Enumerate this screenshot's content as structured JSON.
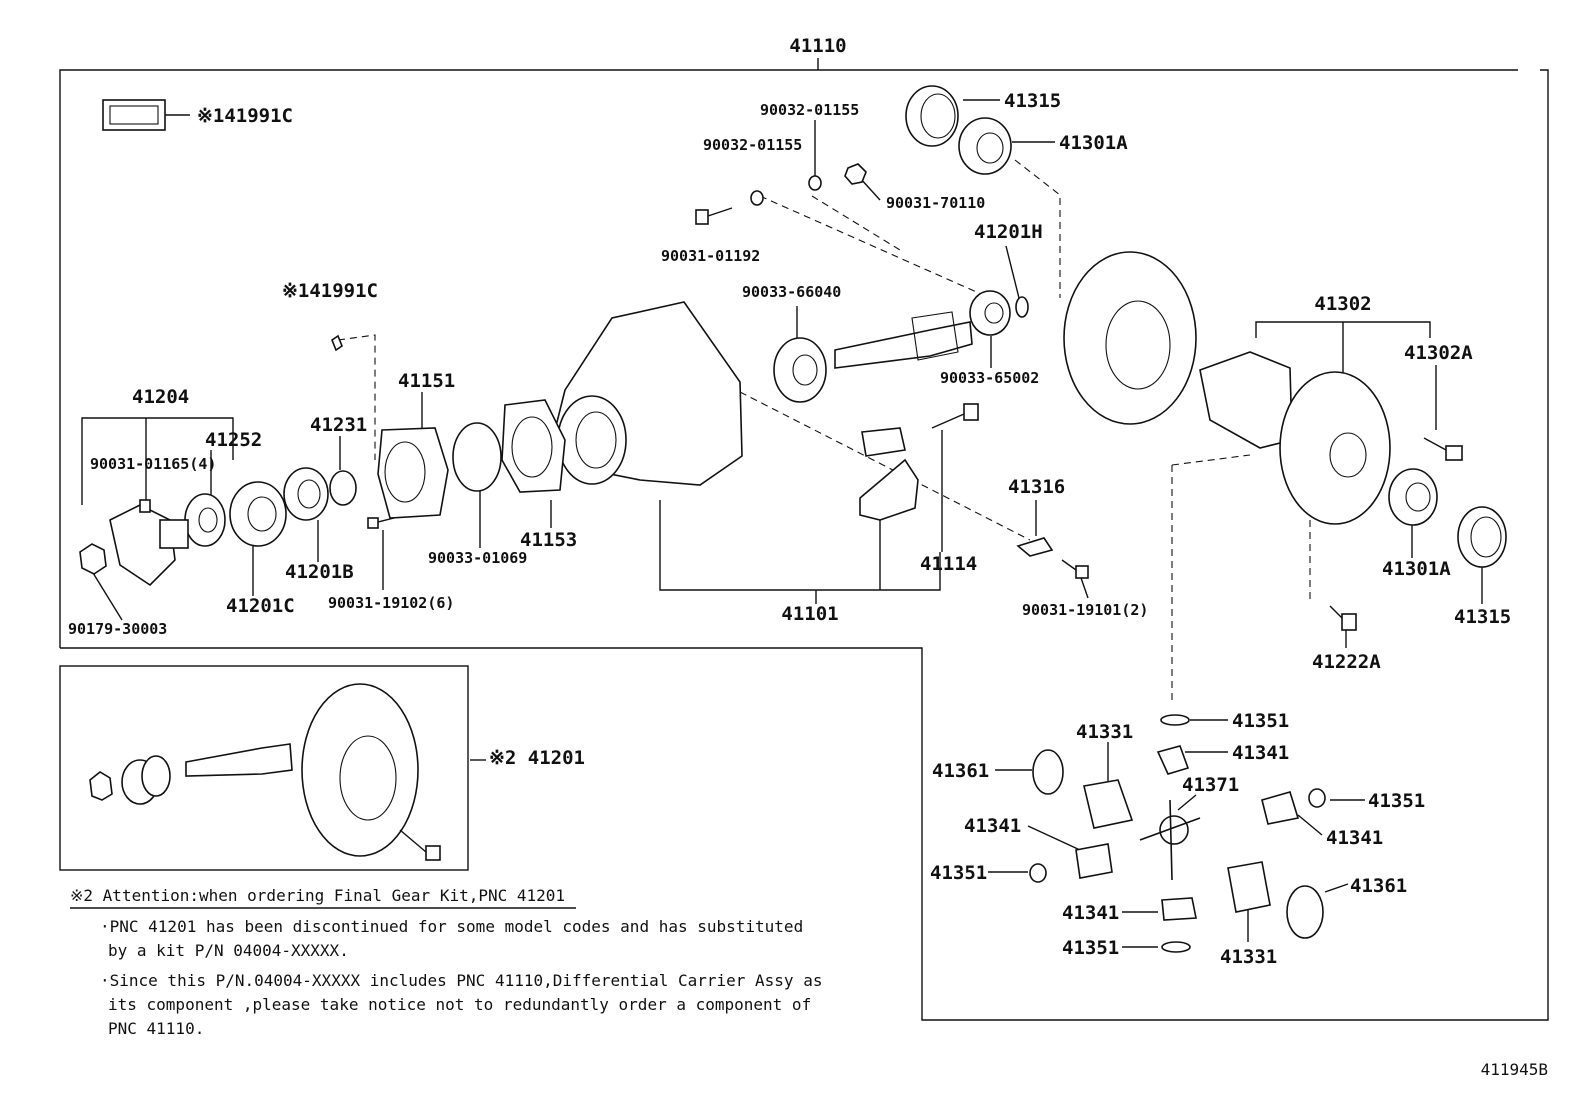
{
  "diagram": {
    "drawing_code": "411945B",
    "callouts": {
      "assy": "41110",
      "seal_kit_top": "※141991C",
      "seal_kit_mid": "※141991C",
      "washer_upper": "90032-01155",
      "washer_lower": "90032-01155",
      "nut_top": "90031-70110",
      "bolt_top": "90031-01192",
      "retainer_ring": "41315",
      "bearing_right_a": "41301A",
      "shim_41201h": "41201H",
      "bearing_66040": "90033-66040",
      "bearing_65002": "90033-65002",
      "case_41302": "41302",
      "bolt_41302a": "41302A",
      "flange_41204": "41204",
      "bolt_01165": "90031-01165(4)",
      "seal_41252": "41252",
      "spacer_41231": "41231",
      "retainer_41151": "41151",
      "bolt_19102": "90031-19102(6)",
      "oring_01069": "90033-01069",
      "gasket_41153": "41153",
      "bearing_41201c": "41201C",
      "bearing_41201b": "41201B",
      "nut_30003": "90179-30003",
      "carrier_41101": "41101",
      "bolt_41114": "41114",
      "lock_41316": "41316",
      "bolt_19101": "90031-19101(2)",
      "bearing_left_a": "41301A",
      "ring_41315b": "41315",
      "bolt_41222a": "41222A",
      "kit_41201": "※2 41201",
      "w_41351_a": "41351",
      "p_41341_a": "41341",
      "g_41331_a": "41331",
      "w_41361_a": "41361",
      "shaft_41371": "41371",
      "w_41351_b": "41351",
      "p_41341_b": "41341",
      "p_41341_c": "41341",
      "w_41351_c": "41351",
      "w_41361_b": "41361",
      "p_41341_d": "41341",
      "w_41351_d": "41351",
      "g_41331_b": "41331"
    },
    "notes": {
      "heading": "※2 Attention:when ordering Final Gear Kit,PNC 41201",
      "line1": "·PNC 41201 has been discontinued for some model codes and has substituted",
      "line2": "by a kit P/N 04004-XXXXX.",
      "line3": "·Since this P/N.04004-XXXXX includes PNC 41110,Differential Carrier Assy as",
      "line4": "its component ,please take notice not to redundantly order a component of",
      "line5": "PNC 41110."
    }
  }
}
